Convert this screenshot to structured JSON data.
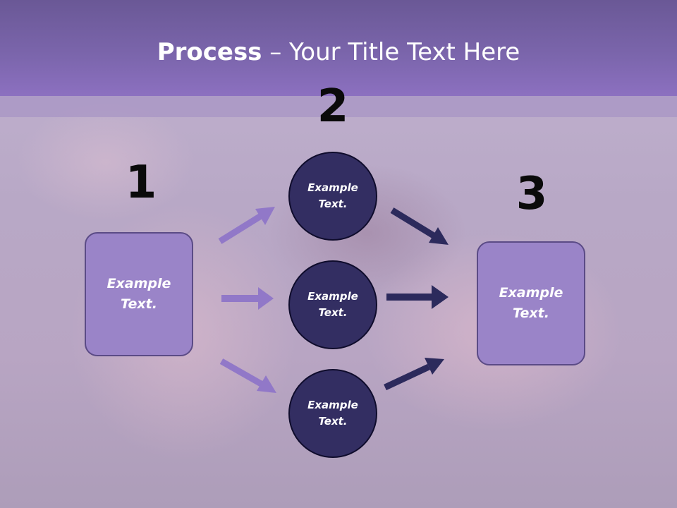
{
  "title": {
    "bold": "Process",
    "rest": " – Your Title Text Here"
  },
  "steps": {
    "one": "1",
    "two": "2",
    "three": "3"
  },
  "left_box": {
    "text": "Example Text."
  },
  "circles": [
    {
      "text": "Example Text."
    },
    {
      "text": "Example Text."
    },
    {
      "text": "Example Text."
    }
  ],
  "right_box": {
    "text": "Example Text."
  },
  "colors": {
    "header": "#7c66ad",
    "box_fill": "#9a84c8",
    "circle_fill": "#332e62",
    "arrow_light": "#9178c8",
    "arrow_dark": "#2c2a5c"
  }
}
